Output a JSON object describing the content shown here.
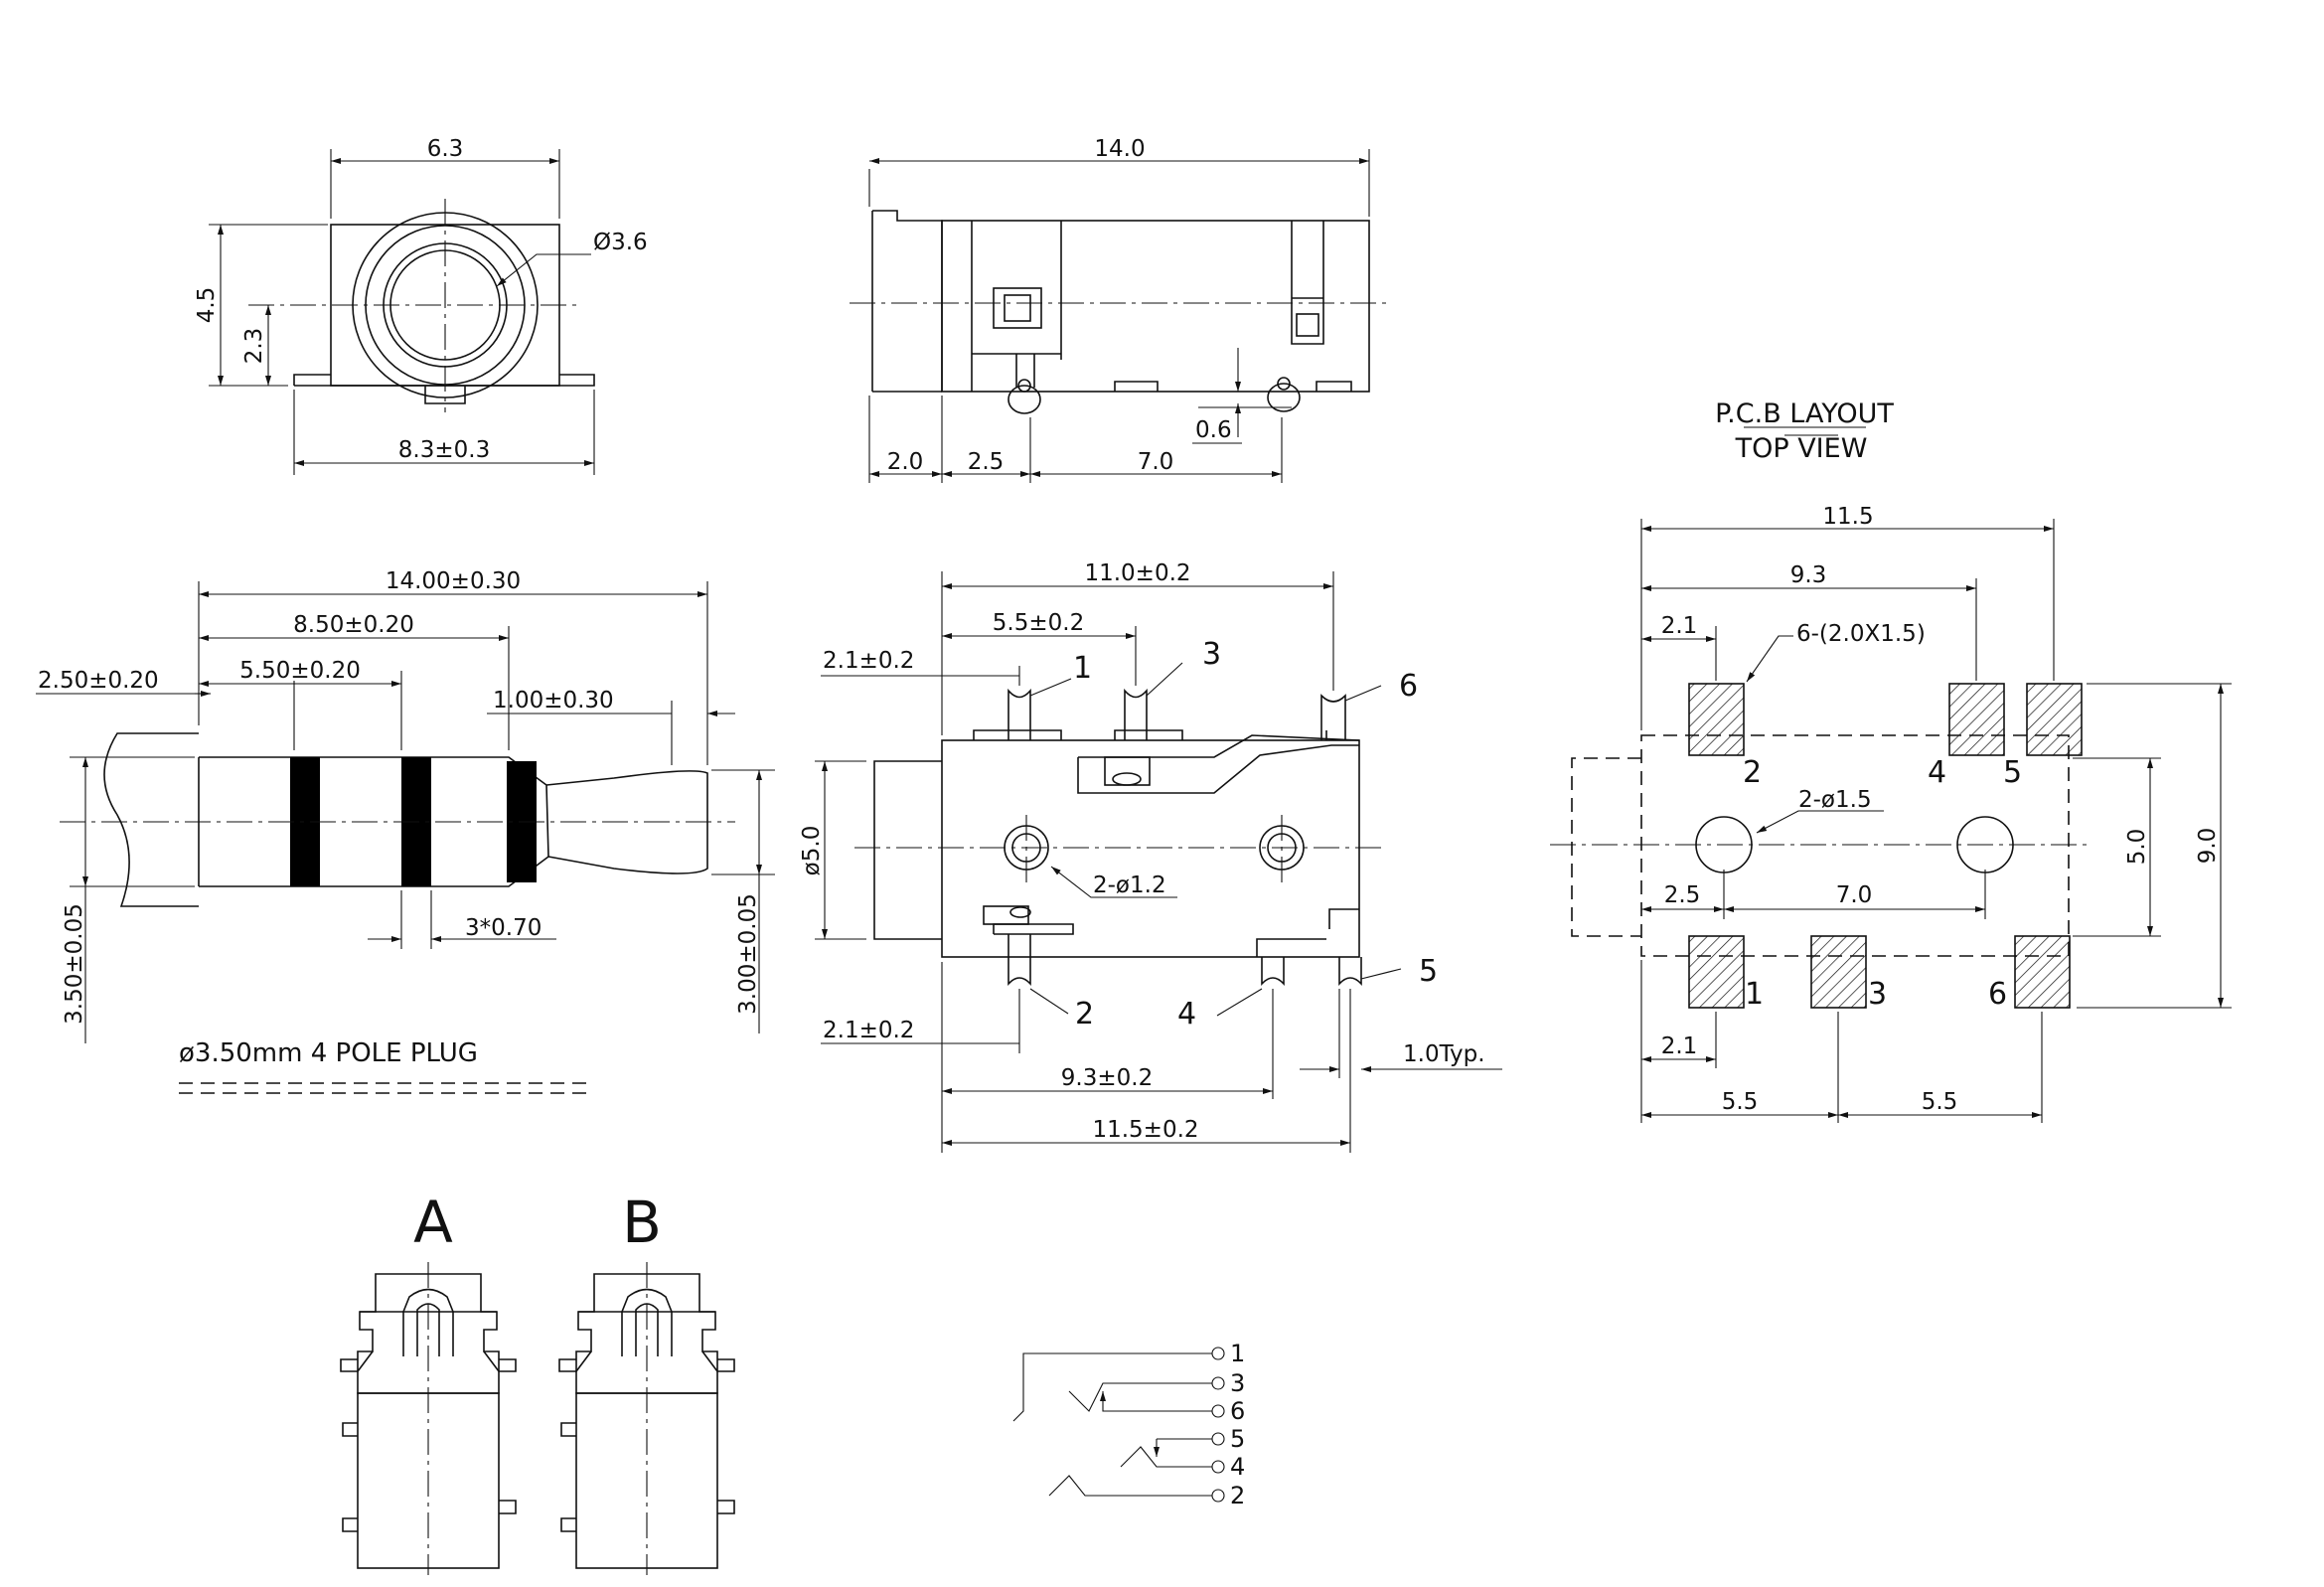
{
  "front_view": {
    "width_top": "6.3",
    "height": "4.5",
    "center_height": "2.3",
    "hole_dia": "Ø3.6",
    "width_bottom": "8.3±0.3"
  },
  "side_view": {
    "length": "14.0",
    "d_front": "2.0",
    "d_mid": "2.5",
    "d_pins": "7.0",
    "standoff": "0.6"
  },
  "plug": {
    "total": "14.00±0.30",
    "to_band3": "8.50±0.20",
    "to_band2": "5.50±0.20",
    "sleeve": "2.50±0.20",
    "tip": "1.00±0.30",
    "dia_body": "3.50±0.05",
    "dia_tip": "3.00±0.05",
    "bands": "3*0.70",
    "caption": "ø3.50mm 4 POLE PLUG"
  },
  "bottom_view": {
    "length_top": "11.0±0.2",
    "pin3_pos": "5.5±0.2",
    "pin1_pos_top": "2.1±0.2",
    "pin2_pos_bottom": "2.1±0.2",
    "dia_body": "ø5.0",
    "holes": "2-ø1.2",
    "pin4_pos": "9.3±0.2",
    "length_bottom": "11.5±0.2",
    "pitch": "1.0Typ.",
    "pins": [
      "1",
      "2",
      "3",
      "4",
      "5",
      "6"
    ]
  },
  "pcb": {
    "title": "P.C.B LAYOUT",
    "subtitle": "TOP VIEW",
    "overall": "11.5",
    "to_pad4": "9.3",
    "pad_offset": "2.1",
    "pad_note": "6-(2.0X1.5)",
    "holes": "2-ø1.5",
    "hole_offset": "2.5",
    "hole_pitch": "7.0",
    "inner_height": "5.0",
    "outer_height": "9.0",
    "bottom_offset": "2.1",
    "pad_pitch_a": "5.5",
    "pad_pitch_b": "5.5",
    "pad_labels": [
      "2",
      "4",
      "5",
      "1",
      "3",
      "6"
    ]
  },
  "variants": {
    "a": "A",
    "b": "B"
  },
  "schematic": {
    "pins": [
      "1",
      "3",
      "6",
      "5",
      "4",
      "2"
    ]
  }
}
